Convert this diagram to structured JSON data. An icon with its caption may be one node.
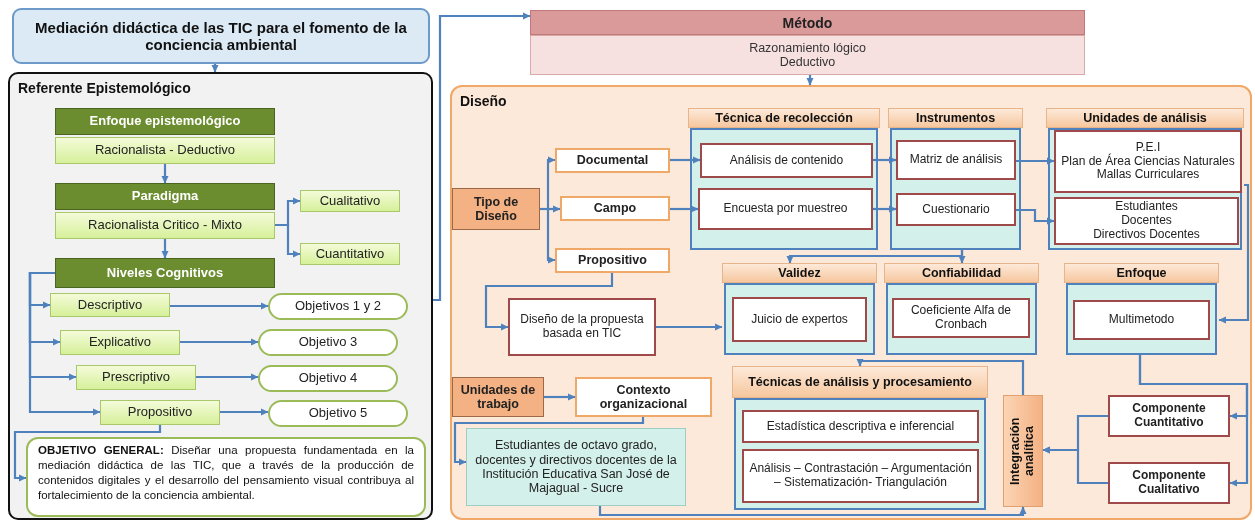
{
  "diagram": {
    "nodes": [
      {
        "text": [
          "Mediación didáctica de las TIC para el fomento de la conciencia ambiental"
        ]
      },
      {
        "text": [
          "Referente Epistemológico"
        ]
      },
      {
        "text": [
          "Enfoque epistemológico"
        ],
        "in": 1
      },
      {
        "text": [
          "Racionalista - Deductivo"
        ],
        "in": 1
      },
      {
        "text": [
          "Paradigma"
        ],
        "in": 1
      },
      {
        "text": [
          "Racionalista Critico - Mixto"
        ],
        "in": 1
      },
      {
        "text": [
          "Cualitativo"
        ],
        "in": 1
      },
      {
        "text": [
          "Cuantitativo"
        ],
        "in": 1
      },
      {
        "text": [
          "Niveles Cognitivos"
        ],
        "in": 1
      },
      {
        "text": [
          "Descriptivo"
        ],
        "in": 1
      },
      {
        "text": [
          "Objetivos 1 y 2"
        ],
        "in": 1
      },
      {
        "text": [
          "Explicativo"
        ],
        "in": 1
      },
      {
        "text": [
          "Objetivo 3"
        ],
        "in": 1
      },
      {
        "text": [
          "Prescriptivo"
        ],
        "in": 1
      },
      {
        "text": [
          "Objetivo 4"
        ],
        "in": 1
      },
      {
        "text": [
          "Propositivo"
        ],
        "in": 1
      },
      {
        "text": [
          "Objetivo 5"
        ],
        "in": 1
      },
      {
        "text": [
          "**OBJETIVO GENERAL:** Diseñar una propuesta fundamentada en la mediación didáctica de las TIC, que a través de la producción de contenidos digitales y el desarrollo del pensamiento visual contribuya al fortalecimiento de la conciencia ambiental."
        ],
        "in": 1
      },
      {
        "text": [
          "Método",
          "Razonamiento lógico Deductivo"
        ]
      },
      {
        "text": [
          "Diseño"
        ]
      },
      {
        "text": [
          "Tipo de Diseño"
        ],
        "in": 19
      },
      {
        "text": [
          "Documental"
        ],
        "in": 19
      },
      {
        "text": [
          "Campo"
        ],
        "in": 19
      },
      {
        "text": [
          "Propositivo"
        ],
        "in": 19
      },
      {
        "text": [
          "Técnica de recolección"
        ],
        "in": 19
      },
      {
        "text": [
          "Análisis de contenido"
        ],
        "in": 24
      },
      {
        "text": [
          "Encuesta por muestreo"
        ],
        "in": 24
      },
      {
        "text": [
          "Instrumentos"
        ],
        "in": 19
      },
      {
        "text": [
          "Matriz de análisis"
        ],
        "in": 27
      },
      {
        "text": [
          "Cuestionario"
        ],
        "in": 27
      },
      {
        "text": [
          "Unidades de análisis"
        ],
        "in": 19
      },
      {
        "text": [
          "P.E.I",
          "Plan de Área Ciencias Naturales",
          "Mallas Curriculares"
        ],
        "in": 30
      },
      {
        "text": [
          "Estudiantes",
          "Docentes",
          "Directivos Docentes"
        ],
        "in": 30
      },
      {
        "text": [
          "Validez"
        ],
        "in": 19
      },
      {
        "text": [
          "Juicio de expertos"
        ],
        "in": 33
      },
      {
        "text": [
          "Confiabilidad"
        ],
        "in": 19
      },
      {
        "text": [
          "Coeficiente Alfa de Cronbach"
        ],
        "in": 35
      },
      {
        "text": [
          "Enfoque"
        ],
        "in": 19
      },
      {
        "text": [
          "Multimetodo"
        ],
        "in": 37
      },
      {
        "text": [
          "Diseño de la propuesta basada en TIC"
        ],
        "in": 19
      },
      {
        "text": [
          "Unidades de trabajo"
        ],
        "in": 19
      },
      {
        "text": [
          "Contexto organizacional"
        ],
        "in": 19
      },
      {
        "text": [
          "Estudiantes de octavo grado, docentes y directivos docentes de la Institución Educativa San José de Majagual - Sucre"
        ],
        "in": 19
      },
      {
        "text": [
          "Técnicas de análisis y procesamiento"
        ],
        "in": 19
      },
      {
        "text": [
          "Estadística descriptiva e inferencial"
        ],
        "in": 43
      },
      {
        "text": [
          "Análisis – Contrastación – Argumentación – Sistematización- Triangulación"
        ],
        "in": 43
      },
      {
        "text": [
          "Integración analítica"
        ],
        "in": 19
      },
      {
        "text": [
          "Componente Cuantitativo"
        ],
        "in": 19
      },
      {
        "text": [
          "Componente Cualitativo"
        ],
        "in": 19
      }
    ],
    "edges": [
      {
        "from": 0,
        "to": 1,
        "arrow": "to"
      },
      {
        "from": 3,
        "to": 4,
        "arrow": "to"
      },
      {
        "from": 5,
        "to": 6,
        "arrow": "to"
      },
      {
        "from": 5,
        "to": 7,
        "arrow": "to"
      },
      {
        "from": 5,
        "to": 8,
        "arrow": "to"
      },
      {
        "from": 8,
        "to": 9,
        "arrow": "to"
      },
      {
        "from": 8,
        "to": 11,
        "arrow": "to"
      },
      {
        "from": 8,
        "to": 13,
        "arrow": "to"
      },
      {
        "from": 8,
        "to": 15,
        "arrow": "to"
      },
      {
        "from": 9,
        "to": 10,
        "arrow": "to"
      },
      {
        "from": 11,
        "to": 12,
        "arrow": "to"
      },
      {
        "from": 13,
        "to": 14,
        "arrow": "to"
      },
      {
        "from": 15,
        "to": 16,
        "arrow": "to"
      },
      {
        "from": 15,
        "to": 17,
        "arrow": "to"
      },
      {
        "from": 1,
        "to": 18,
        "arrow": "to"
      },
      {
        "from": 18,
        "to": 19,
        "arrow": "to"
      },
      {
        "from": 20,
        "to": 21,
        "arrow": "to"
      },
      {
        "from": 20,
        "to": 22,
        "arrow": "to"
      },
      {
        "from": 20,
        "to": 23,
        "arrow": "to"
      },
      {
        "from": 21,
        "to": 25,
        "arrow": "to"
      },
      {
        "from": 22,
        "to": 26,
        "arrow": "to"
      },
      {
        "from": 25,
        "to": 28,
        "arrow": "to"
      },
      {
        "from": 26,
        "to": 29,
        "arrow": "to"
      },
      {
        "from": 28,
        "to": 31,
        "arrow": "to"
      },
      {
        "from": 29,
        "to": 32,
        "arrow": "to"
      },
      {
        "from": 27,
        "to": 33,
        "arrow": "to"
      },
      {
        "from": 27,
        "to": 35,
        "arrow": "to"
      },
      {
        "from": 30,
        "to": 37,
        "arrow": "to"
      },
      {
        "from": 23,
        "to": 39,
        "arrow": "to"
      },
      {
        "from": 39,
        "to": 33,
        "arrow": "to"
      },
      {
        "from": 37,
        "to": 47,
        "arrow": "to"
      },
      {
        "from": 37,
        "to": 48,
        "arrow": "to"
      },
      {
        "from": 47,
        "to": 46,
        "arrow": "to"
      },
      {
        "from": 48,
        "to": 46,
        "arrow": "to"
      },
      {
        "from": 46,
        "to": 43,
        "arrow": "to"
      },
      {
        "from": 40,
        "to": 41,
        "arrow": "to"
      },
      {
        "from": 41,
        "to": 42,
        "arrow": "to"
      },
      {
        "from": 42,
        "to": 46,
        "arrow": "to"
      }
    ]
  }
}
